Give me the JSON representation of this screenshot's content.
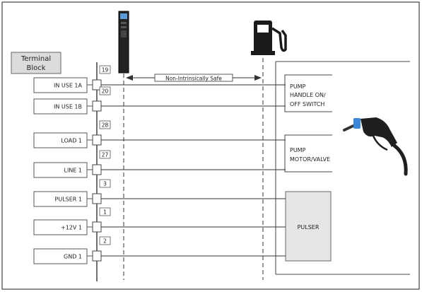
{
  "terminal_block": {
    "title_line1": "Terminal",
    "title_line2": "Block"
  },
  "non_is_label": "Non-Intrinsically Safe",
  "rows": [
    {
      "label": "IN USE 1A",
      "number": "19"
    },
    {
      "label": "IN USE 1B",
      "number": "20"
    },
    {
      "label": "LOAD 1",
      "number": "28"
    },
    {
      "label": "LINE 1",
      "number": "27"
    },
    {
      "label": "PULSER 1",
      "number": "3"
    },
    {
      "label": "+12V 1",
      "number": "1"
    },
    {
      "label": "GND 1",
      "number": "2"
    }
  ],
  "right_labels": {
    "handle_line1": "PUMP",
    "handle_line2": "HANDLE ON/",
    "handle_line3": "OFF SWITCH",
    "motor_line1": "PUMP",
    "motor_line2": "MOTOR/VALVE",
    "pulser": "PULSER"
  },
  "icons": [
    "controller-device-icon",
    "fuel-pump-icon",
    "fuel-nozzle-icon"
  ]
}
